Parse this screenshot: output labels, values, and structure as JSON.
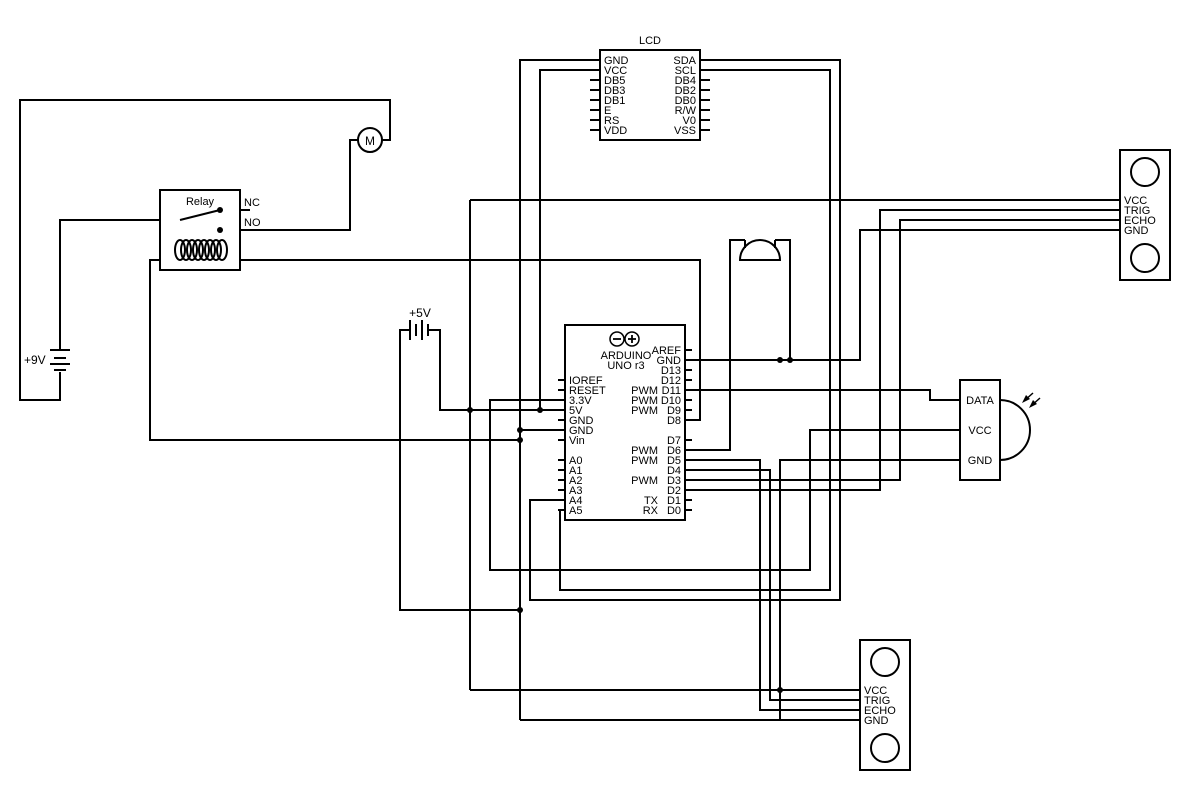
{
  "lcd": {
    "title": "LCD",
    "left_pins": [
      "GND",
      "VCC",
      "DB5",
      "DB3",
      "DB1",
      "E",
      "RS",
      "VDD"
    ],
    "right_pins": [
      "SDA",
      "SCL",
      "DB4",
      "DB2",
      "DB0",
      "R/W",
      "V0",
      "VSS"
    ]
  },
  "relay": {
    "title": "Relay",
    "nc": "NC",
    "no": "NO"
  },
  "motor": {
    "label": "M"
  },
  "battery_9v": {
    "label": "+9V"
  },
  "battery_5v": {
    "label": "+5V"
  },
  "arduino": {
    "name_line1": "ARDUINO",
    "name_line2": "UNO r3",
    "left_pins": [
      "IOREF",
      "RESET",
      "3.3V",
      "5V",
      "GND",
      "GND",
      "Vin",
      "",
      "A0",
      "A1",
      "A2",
      "A3",
      "A4",
      "A5"
    ],
    "right_pins": [
      "AREF",
      "GND",
      "D13",
      "D12",
      "D11",
      "D10",
      "D9",
      "D8",
      "",
      "D7",
      "D6",
      "D5",
      "D4",
      "D3",
      "D2",
      "D1",
      "D0"
    ],
    "pwm_label": "PWM",
    "tx_label": "TX",
    "rx_label": "RX"
  },
  "ultrasonic_right": {
    "pins": [
      "VCC",
      "TRIG",
      "ECHO",
      "GND"
    ]
  },
  "ultrasonic_bottom": {
    "pins": [
      "VCC",
      "TRIG",
      "ECHO",
      "GND"
    ]
  },
  "ir_sensor": {
    "pins": [
      "DATA",
      "VCC",
      "GND"
    ]
  }
}
